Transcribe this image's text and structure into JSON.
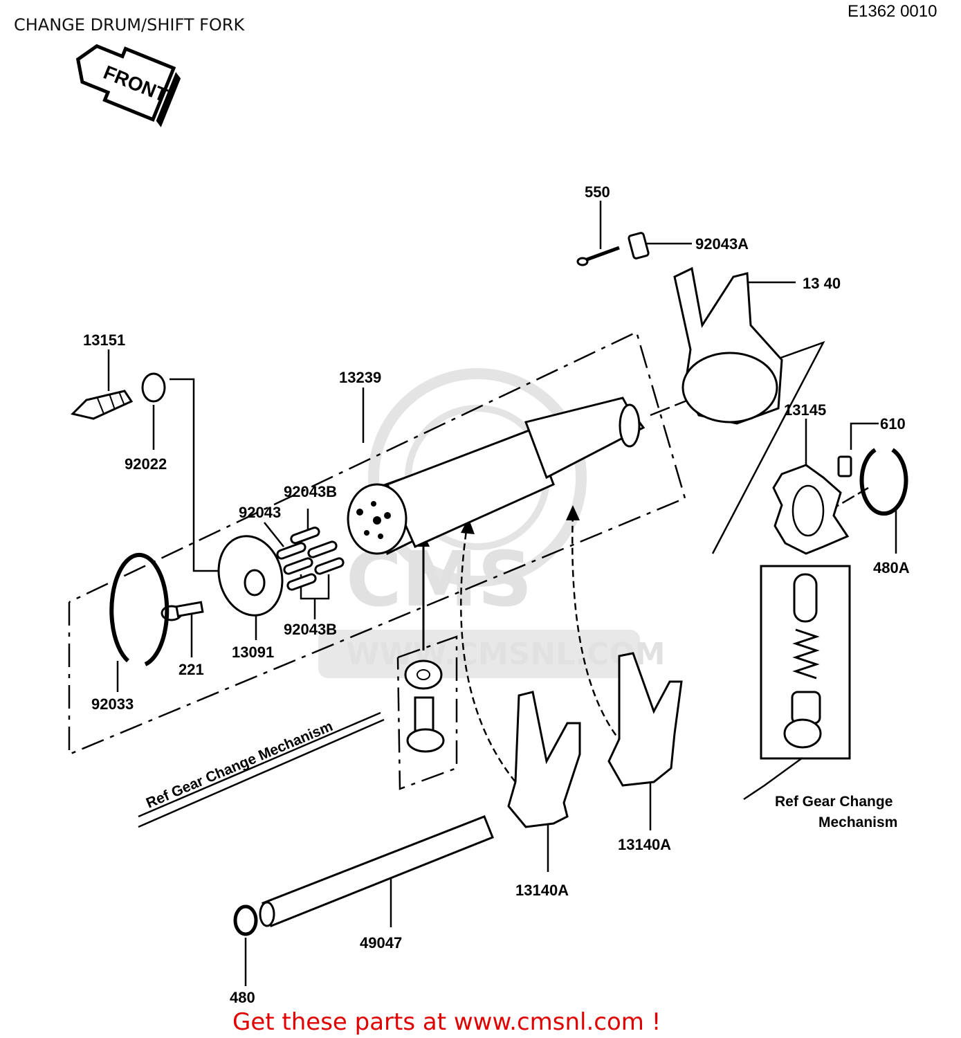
{
  "title": "CHANGE DRUM/SHIFT FORK",
  "diagram_code": "E1362 0010",
  "front_arrow_label": "FRONT",
  "watermark": {
    "main": "CMS",
    "url": "WWW.CMSNL.COM"
  },
  "part_labels": {
    "p550": "550",
    "p92043A": "92043A",
    "p13140_top": "13 40",
    "p13151": "13151",
    "p13239": "13239",
    "p13145": "13145",
    "p610": "610",
    "p92022": "92022",
    "p92043B_top": "92043B",
    "p92043": "92043",
    "p480A": "480A",
    "p92043B_bottom": "92043B",
    "p13091": "13091",
    "p221": "221",
    "p92033": "92033",
    "p13140A_right": "13140A",
    "p13140A_left": "13140A",
    "p49047": "49047",
    "p480": "480"
  },
  "notes": {
    "ref_left": "Ref  Gear Change  Mechanism",
    "ref_right_line1": "Ref   Gear Change",
    "ref_right_line2": "Mechanism"
  },
  "promo_text": "Get these parts at www.cmsnl.com !"
}
